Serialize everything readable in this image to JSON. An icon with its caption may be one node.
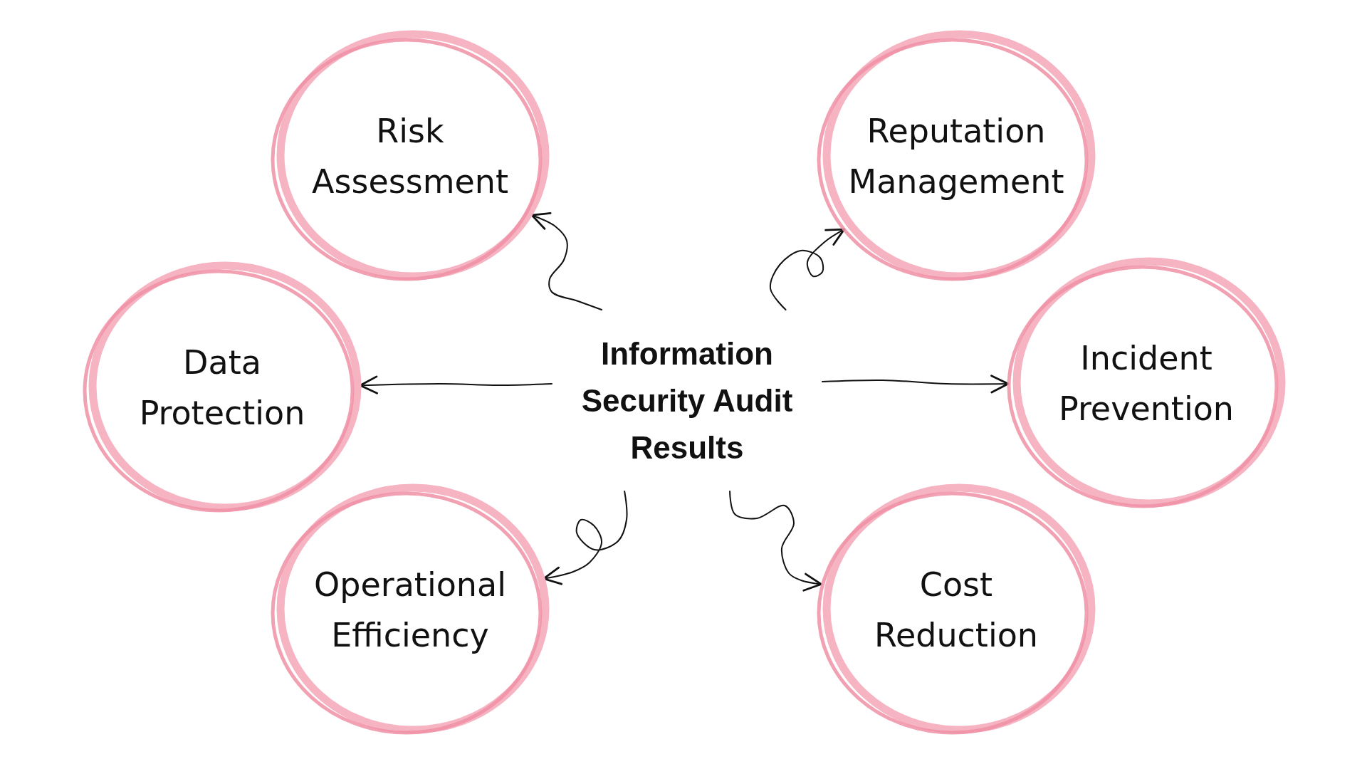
{
  "diagram": {
    "nodes": [
      {
        "text": [
          "Risk Assessment"
        ]
      },
      {
        "text": [
          "Reputation Management"
        ]
      },
      {
        "text": [
          "Data Protection"
        ]
      },
      {
        "text": [
          "Information Security Audit Results"
        ]
      },
      {
        "text": [
          "Incident Prevention"
        ]
      },
      {
        "text": [
          "Operational Efficiency"
        ]
      },
      {
        "text": [
          "Cost Reduction"
        ]
      }
    ],
    "edges": [
      {
        "from": 3,
        "to": 0,
        "arrow": "to"
      },
      {
        "from": 3,
        "to": 1,
        "arrow": "to"
      },
      {
        "from": 3,
        "to": 2,
        "arrow": "to"
      },
      {
        "from": 3,
        "to": 4,
        "arrow": "to"
      },
      {
        "from": 3,
        "to": 5,
        "arrow": "to"
      },
      {
        "from": 3,
        "to": 6,
        "arrow": "to"
      }
    ]
  }
}
